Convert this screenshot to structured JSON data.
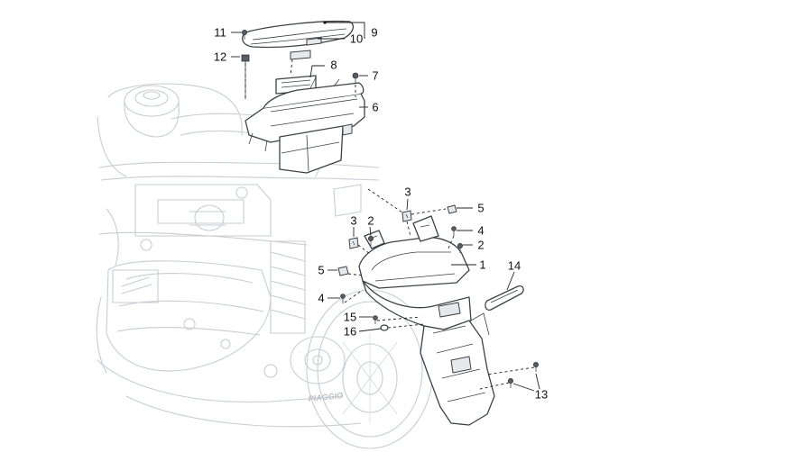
{
  "callouts": [
    {
      "id": "c1",
      "label": "1"
    },
    {
      "id": "c2a",
      "label": "2"
    },
    {
      "id": "c2b",
      "label": "2"
    },
    {
      "id": "c3a",
      "label": "3"
    },
    {
      "id": "c3b",
      "label": "3"
    },
    {
      "id": "c4a",
      "label": "4"
    },
    {
      "id": "c4b",
      "label": "4"
    },
    {
      "id": "c5a",
      "label": "5"
    },
    {
      "id": "c5b",
      "label": "5"
    },
    {
      "id": "c6",
      "label": "6"
    },
    {
      "id": "c7",
      "label": "7"
    },
    {
      "id": "c8",
      "label": "8"
    },
    {
      "id": "c9",
      "label": "9"
    },
    {
      "id": "c10",
      "label": "10"
    },
    {
      "id": "c11",
      "label": "11"
    },
    {
      "id": "c12",
      "label": "12"
    },
    {
      "id": "c13",
      "label": "13"
    },
    {
      "id": "c14",
      "label": "14"
    },
    {
      "id": "c15",
      "label": "15"
    },
    {
      "id": "c16",
      "label": "16"
    }
  ],
  "logo_text": "PIAGGIO"
}
